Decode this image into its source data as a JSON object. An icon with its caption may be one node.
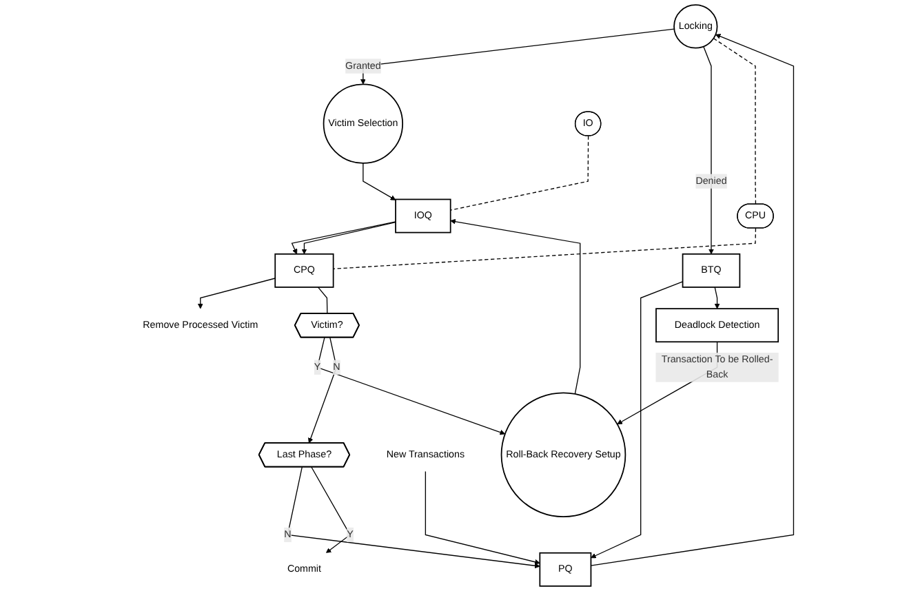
{
  "diagram": {
    "nodes": [
      {
        "text": [
          "Locking"
        ]
      },
      {
        "text": [
          "Victim Selection"
        ]
      },
      {
        "text": [
          "PQ"
        ]
      },
      {
        "text": [
          "BTQ"
        ]
      },
      {
        "text": [
          "IOQ"
        ]
      },
      {
        "text": [
          "IO"
        ]
      },
      {
        "text": [
          "CPQ"
        ]
      },
      {
        "text": [
          "CPU"
        ]
      },
      {
        "text": [
          "Roll-Back Recovery Setup"
        ]
      },
      {
        "text": [
          "New Transactions"
        ]
      },
      {
        "text": [
          "Deadlock Detection"
        ]
      },
      {
        "text": [
          "Remove Processed Victim"
        ]
      },
      {
        "text": [
          "Victim?"
        ]
      },
      {
        "text": [
          "Last Phase?"
        ]
      },
      {
        "text": [
          "Commit"
        ]
      }
    ],
    "edges": [
      {
        "from": 2,
        "to": 0,
        "arrow": "to"
      },
      {
        "from": 0,
        "to": 1,
        "arrow": "to",
        "label": "Granted"
      },
      {
        "from": 0,
        "to": 3,
        "arrow": "to",
        "label": "Denied"
      },
      {
        "from": 0,
        "to": 7,
        "arrow": "none",
        "style": "dashed"
      },
      {
        "from": 1,
        "to": 4,
        "arrow": "to"
      },
      {
        "from": 5,
        "to": 4,
        "arrow": "none",
        "style": "dashed"
      },
      {
        "from": 4,
        "to": 6,
        "arrow": "to"
      },
      {
        "from": 4,
        "to": 6,
        "arrow": "to"
      },
      {
        "from": 7,
        "to": 6,
        "arrow": "none",
        "style": "dashed"
      },
      {
        "from": 9,
        "to": 2,
        "arrow": "to"
      },
      {
        "from": 3,
        "to": 2,
        "arrow": "to"
      },
      {
        "from": 3,
        "to": 10,
        "arrow": "to"
      },
      {
        "from": 10,
        "to": 8,
        "arrow": "to",
        "label": "Transaction To be Rolled-Back"
      },
      {
        "from": 8,
        "to": 4,
        "arrow": "to"
      },
      {
        "from": 6,
        "to": 11,
        "arrow": "to"
      },
      {
        "from": 6,
        "to": 12,
        "arrow": "none"
      },
      {
        "from": 12,
        "to": 8,
        "arrow": "to",
        "label": "Y"
      },
      {
        "from": 12,
        "to": 13,
        "arrow": "to",
        "label": "N"
      },
      {
        "from": 13,
        "to": 2,
        "arrow": "to",
        "label": "N"
      },
      {
        "from": 13,
        "to": 14,
        "arrow": "to",
        "label": "Y"
      }
    ]
  }
}
